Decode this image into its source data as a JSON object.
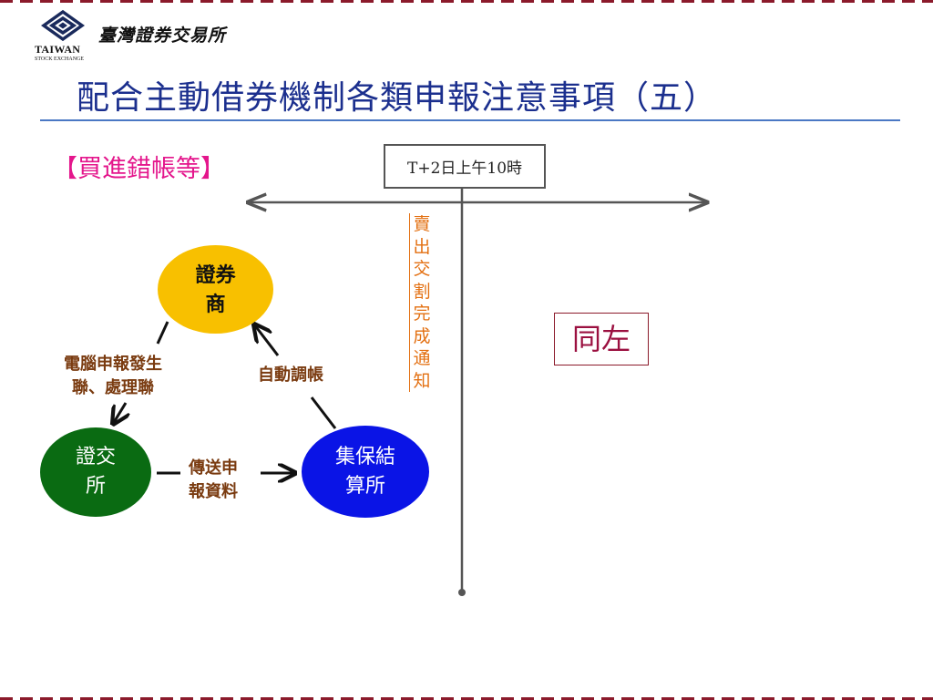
{
  "header": {
    "org_name": "臺灣證券交易所",
    "logo_en_line1": "TAIWAN",
    "logo_en_line2": "STOCK EXCHANGE"
  },
  "title": "配合主動借券機制各類申報注意事項（五）",
  "category_label": "【買進錯帳等】",
  "timeline": {
    "time_marker": "T+2日上午10時",
    "vertical_notice": "賣出交割完成通知"
  },
  "same_as_left": "同左",
  "flow": {
    "nodes": {
      "broker": [
        "證券",
        "商"
      ],
      "exchange": [
        "證交",
        "所"
      ],
      "tdcc": [
        "集保結",
        "算所"
      ]
    },
    "edges": {
      "broker_to_exchange": [
        "電腦申報發生",
        "聯、處理聯"
      ],
      "exchange_to_tdcc": [
        "傳送申",
        "報資料"
      ],
      "tdcc_to_broker": "自動調帳"
    }
  },
  "colors": {
    "title": "#1b2f8e",
    "category": "#e4168c",
    "broker_node": "#f8c000",
    "exchange_node": "#0a6b12",
    "tdcc_node": "#0a14e6",
    "notice": "#e37012",
    "same_as_left": "#9b1040",
    "border_dash": "#8b1a2b"
  }
}
